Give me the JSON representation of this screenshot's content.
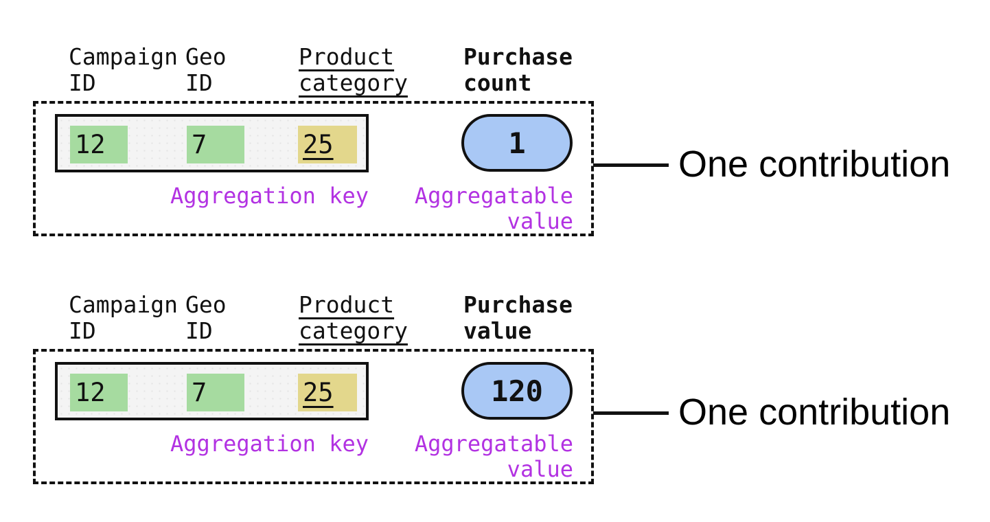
{
  "colors": {
    "ink": "#111111",
    "green": "#a6dba0",
    "yellow": "#e3d78c",
    "blue": "#a9c8f5",
    "magenta": "#b232e2",
    "record_bg": "#f4f4f4"
  },
  "blocks": [
    {
      "id": "purchase-count",
      "columns": [
        {
          "label": "Campaign\nID",
          "value": "12",
          "highlight": "green"
        },
        {
          "label": "Geo\nID",
          "value": "7",
          "highlight": "green"
        },
        {
          "label": "Product\ncategory",
          "value": "25",
          "highlight": "yellow",
          "underlined": true
        }
      ],
      "measure_label": "Purchase\ncount",
      "measure_value": "1",
      "aggregation_key_label": "Aggregation key",
      "aggregatable_value_label": "Aggregatable\nvalue",
      "callout": "One contribution"
    },
    {
      "id": "purchase-value",
      "columns": [
        {
          "label": "Campaign\nID",
          "value": "12",
          "highlight": "green"
        },
        {
          "label": "Geo\nID",
          "value": "7",
          "highlight": "green"
        },
        {
          "label": "Product\ncategory",
          "value": "25",
          "highlight": "yellow",
          "underlined": true
        }
      ],
      "measure_label": "Purchase\nvalue",
      "measure_value": "120",
      "aggregation_key_label": "Aggregation key",
      "aggregatable_value_label": "Aggregatable\nvalue",
      "callout": "One contribution"
    }
  ]
}
